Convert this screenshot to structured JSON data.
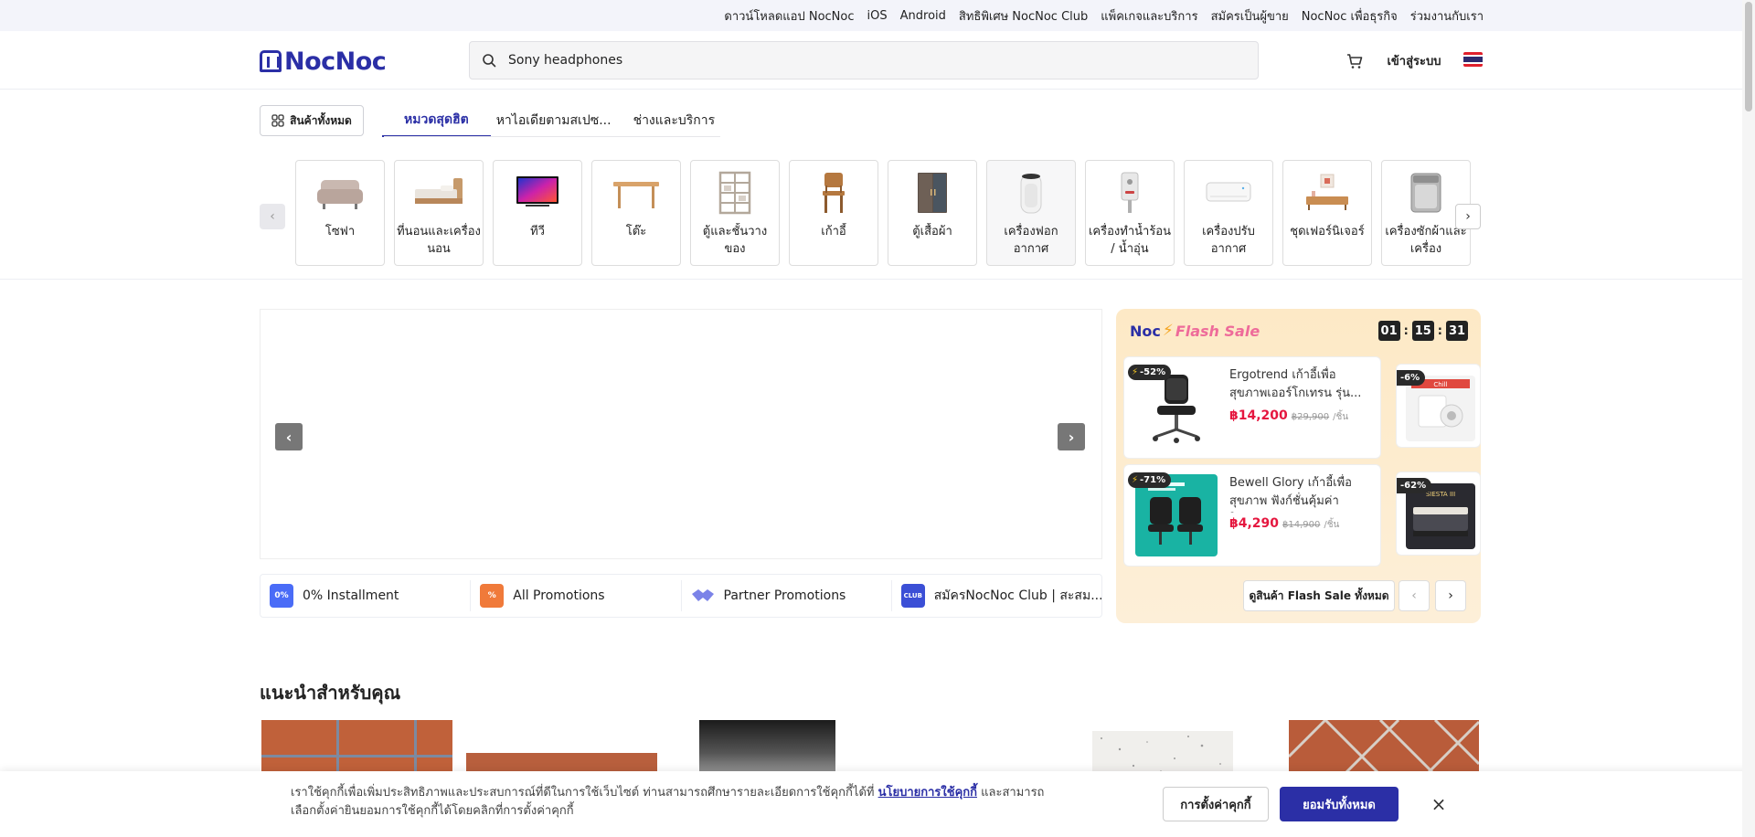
{
  "topbar": {
    "items": [
      "ดาวน์โหลดแอป NocNoc",
      "iOS",
      "Android",
      "สิทธิพิเศษ NocNoc Club",
      "แพ็คเกจและบริการ",
      "สมัครเป็นผู้ขาย",
      "NocNoc เพื่อธุรกิจ",
      "ร่วมงานกับเรา"
    ]
  },
  "header": {
    "logo_text": "NocNoc",
    "search_value": "Sony headphones",
    "login_label": "เข้าสู่ระบบ"
  },
  "tabs": {
    "all_products": "สินค้าทั้งหมด",
    "items": [
      "หมวดสุดฮิต",
      "หาไอเดียตามสเปซ...",
      "ช่างและบริการ"
    ]
  },
  "categories": [
    "โซฟา",
    "ที่นอนและเครื่องนอน",
    "ทีวี",
    "โต๊ะ",
    "ตู้และชั้นวางของ",
    "เก้าอี้",
    "ตู้เสื้อผ้า",
    "เครื่องฟอกอากาศ",
    "เครื่องทำน้ำร้อน / น้ำอุ่น",
    "เครื่องปรับอากาศ",
    "ชุดเฟอร์นิเจอร์",
    "เครื่องซักผ้าและเครื่อง"
  ],
  "promos": [
    {
      "label": "0% Installment",
      "icon_text": "0%",
      "color": "#4a6cf7"
    },
    {
      "label": "All Promotions",
      "icon_text": "%",
      "color": "#f07a3a"
    },
    {
      "label": "Partner Promotions",
      "icon_text": "",
      "color": "#7b83e8"
    },
    {
      "label": "สมัครNocNoc Club | สะสม...",
      "icon_text": "CLUB",
      "color": "#3b4fd6"
    }
  ],
  "flash_sale": {
    "title_noc": "Noc",
    "title_fs": "Flash Sale",
    "timer": [
      "01",
      "15",
      "31"
    ],
    "products": [
      {
        "name": "Ergotrend เก้าอี้เพื่อสุขภาพเออร์โกเทรน รุ่น...",
        "price": "฿14,200",
        "old_price": "฿29,900",
        "unit": "/ชิ้น",
        "discount": "-52%"
      },
      {
        "name": "Bewell Glory เก้าอี้เพื่อสุขภาพ ฟังก์ชั่นคุ้มค่า ใน...",
        "price": "฿4,290",
        "old_price": "฿14,900",
        "unit": "/ชิ้น",
        "discount": "-71%"
      }
    ],
    "mini": [
      {
        "discount": "-6%",
        "caption": "Chill"
      },
      {
        "discount": "-62%",
        "caption": "SIESTA III"
      }
    ],
    "view_all": "ดูสินค้า Flash Sale ทั้งหมด"
  },
  "recommended_title": "แนะนำสำหรับคุณ",
  "cookie": {
    "text_before": "เราใช้คุกกี้เพื่อเพิ่มประสิทธิภาพและประสบการณ์ที่ดีในการใช้เว็บไซต์ ท่านสามารถศึกษารายละเอียดการใช้คุกกี้ได้ที่ ",
    "link": "นโยบายการใช้คุกกี้",
    "text_after": " และสามารถเลือกตั้งค่ายินยอมการใช้คุกกี้ได้โดยคลิกที่การตั้งค่าคุกกี้",
    "settings_label": "การตั้งค่าคุกกี้",
    "accept_label": "ยอมรับทั้งหมด"
  },
  "colors": {
    "brand": "#2b2fa6",
    "price": "#e5173f",
    "flash_bg": "#fde9c6"
  }
}
